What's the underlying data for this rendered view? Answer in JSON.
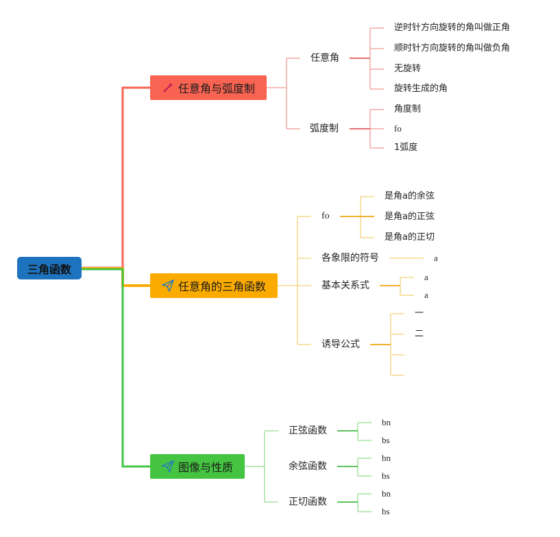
{
  "root": {
    "label": "三角函数"
  },
  "branches": [
    {
      "label": "任意角与弧度制",
      "icon": "magic-wand-icon",
      "color": "#f86352",
      "children": [
        {
          "label": "任意角",
          "children": [
            "逆时针方向旋转的角叫做正角",
            "顺时针方向旋转的角叫做负角",
            "无旋转",
            "旋转生成的角"
          ]
        },
        {
          "label": "弧度制",
          "children": [
            "角度制",
            "fo",
            "1弧度"
          ]
        }
      ]
    },
    {
      "label": "任意角的三角函数",
      "icon": "paper-plane-icon",
      "color": "#fbab00",
      "children": [
        {
          "label": "fo",
          "children": [
            "是角a的余弦",
            "是角a的正弦",
            "是角a的正切"
          ]
        },
        {
          "label": "各象限的符号",
          "children": [
            "a"
          ]
        },
        {
          "label": "基本关系式",
          "children": [
            "a",
            "a"
          ]
        },
        {
          "label": "诱导公式",
          "children": [
            "一",
            "二",
            "",
            ""
          ]
        }
      ]
    },
    {
      "label": "图像与性质",
      "icon": "paper-plane-icon",
      "color": "#44c441",
      "children": [
        {
          "label": "正弦函数",
          "children": [
            "bn",
            "bs"
          ]
        },
        {
          "label": "余弦函数",
          "children": [
            "bn",
            "bs"
          ]
        },
        {
          "label": "正切函数",
          "children": [
            "bn",
            "bs"
          ]
        }
      ]
    }
  ]
}
